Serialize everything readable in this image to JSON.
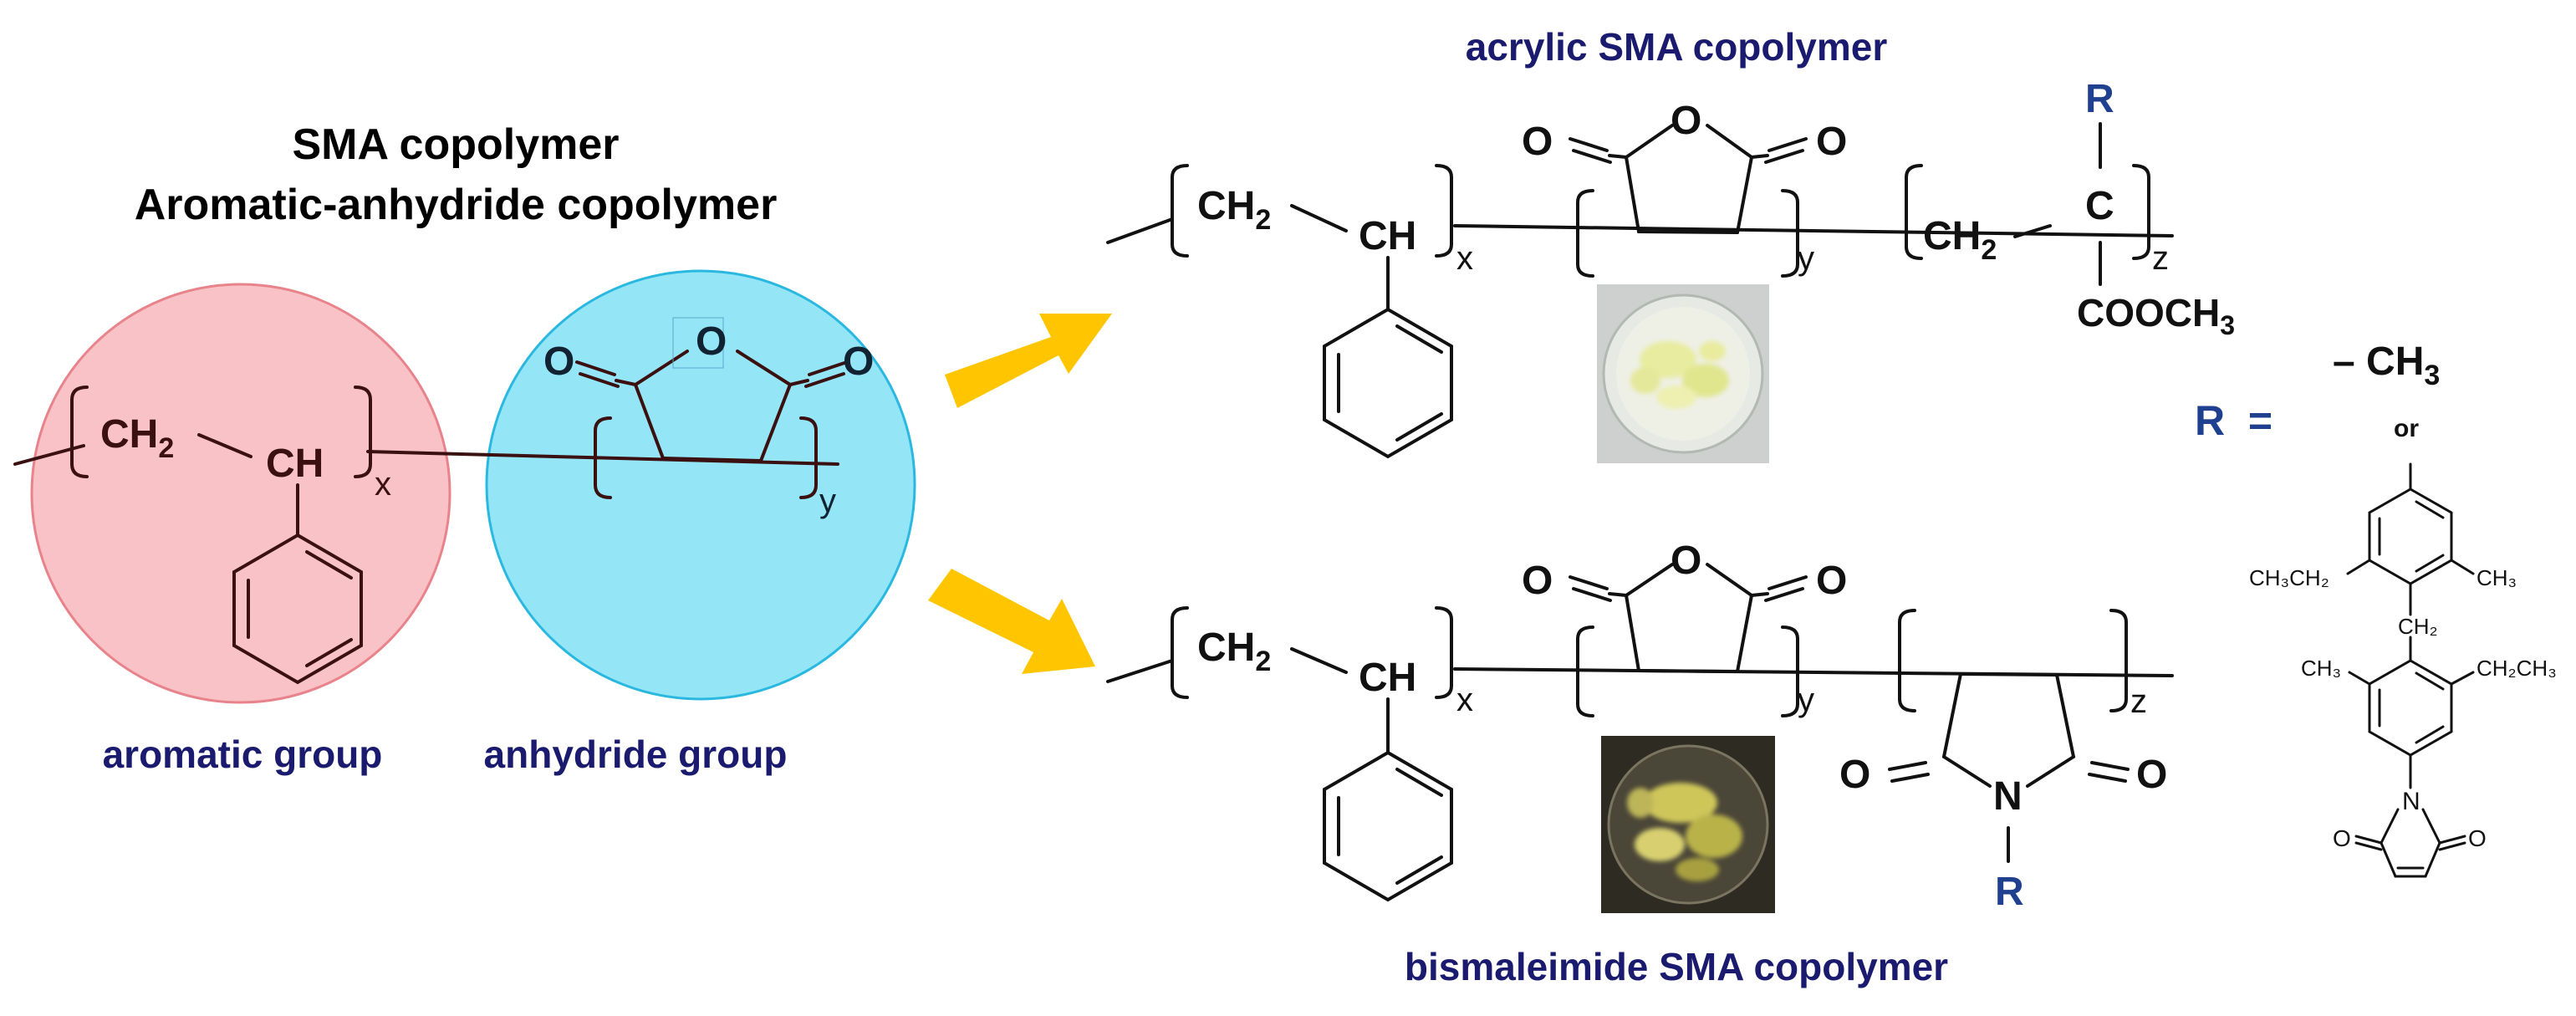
{
  "colors": {
    "aromatic_circle": "#f9c2c6",
    "aromatic_stroke": "#e8838c",
    "anhydride_circle": "#94e6f7",
    "anhydride_stroke": "#2ab8e0",
    "navy": "#1a1a6e",
    "r_blue": "#1f3f8f",
    "arrow": "#ffc600",
    "bond": "#111111",
    "left_bond": "#3a1010"
  },
  "left": {
    "title_line1": "SMA copolymer",
    "title_line2": "Aromatic-anhydride copolymer",
    "ch2": "CH",
    "ch2_sub": "2",
    "ch": "CH",
    "x": "x",
    "y": "y",
    "o_left": "O",
    "o_ring": "O",
    "o_right": "O",
    "aromatic_label": "aromatic group",
    "anhydride_label": "anhydride group"
  },
  "top": {
    "title": "acrylic SMA copolymer",
    "ch2": "CH",
    "ch2_sub": "2",
    "ch": "CH",
    "x": "x",
    "y": "y",
    "z": "z",
    "o_left": "O",
    "o_ring": "O",
    "o_right": "O",
    "ch2b": "CH",
    "ch2b_sub": "2",
    "c": "C",
    "r": "R",
    "cooch3": "COOCH",
    "cooch3_sub": "3"
  },
  "bottom": {
    "title": "bismaleimide SMA copolymer",
    "ch2": "CH",
    "ch2_sub": "2",
    "ch": "CH",
    "x": "x",
    "y": "y",
    "z": "z",
    "o_left": "O",
    "o_ring": "O",
    "o_right": "O",
    "o_imide_left": "O",
    "o_imide_right": "O",
    "n": "N",
    "r": "R"
  },
  "r_def": {
    "r_eq": "R  =",
    "option1": "– CH",
    "option1_sub": "3",
    "or": "or",
    "ch3ch2_left": "CH₃CH₂",
    "ch3_right": "CH₃",
    "ch2_bridge": "CH₂",
    "ch3_left": "CH₃",
    "ch2ch3_right": "CH₂CH₃",
    "o_left": "O",
    "n": "N",
    "o_right": "O"
  }
}
